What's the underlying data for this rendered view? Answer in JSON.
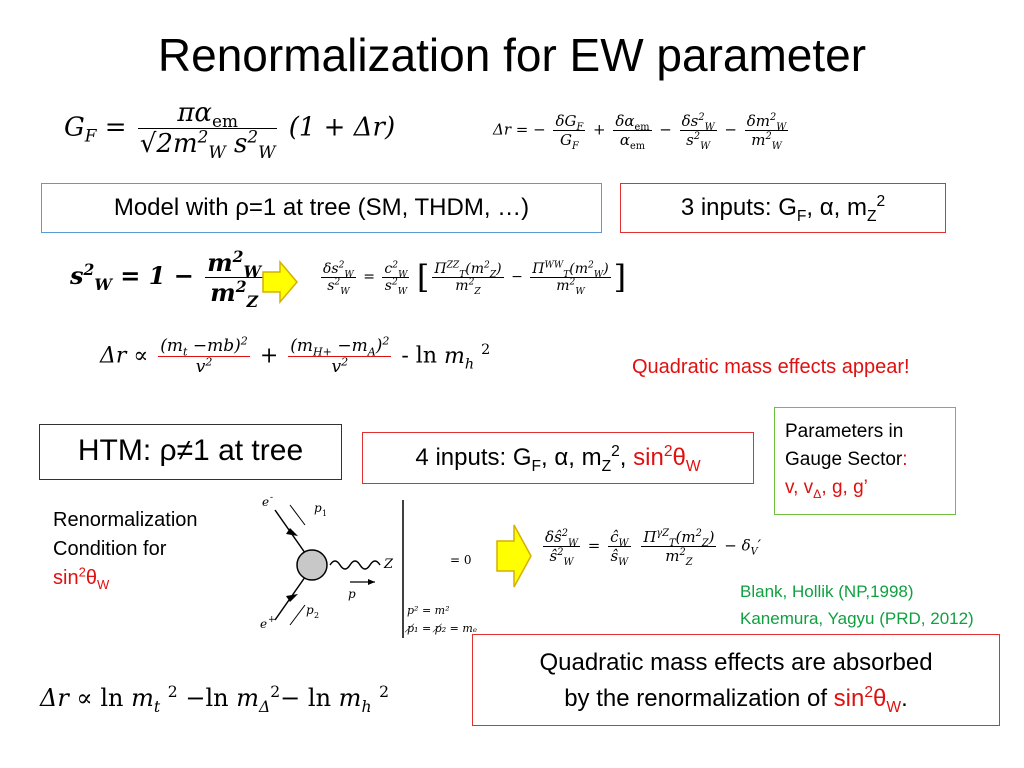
{
  "slide": {
    "title": "Renormalization for EW parameter",
    "model_box": "Model with ρ=1 at tree (SM, THDM, …)",
    "inputs3": {
      "prefix": "3 inputs: G",
      "sub1": "F",
      "mid": ", α, m",
      "sub2": "Z",
      "sup": "2"
    },
    "quadratic_note": "Quadratic mass effects appear!",
    "htm_box": "HTM: ρ≠1 at tree",
    "inputs4": {
      "prefix": "4 inputs: G",
      "sub1": "F",
      "mid": ", α, m",
      "sub2": "Z",
      "sup2": "2",
      "comma": ", ",
      "sin": "sin",
      "sup": "2",
      "theta": "θ",
      "sub3": "W"
    },
    "params": {
      "line1": "Parameters in",
      "line2a": "Gauge Sector",
      "line2b": ":",
      "line3": "v, v",
      "sub": "Δ",
      "line3b": ", g, g’"
    },
    "renorm": {
      "line1": "Renormalization",
      "line2": "Condition for",
      "sin": "sin",
      "sup": "2",
      "theta": "θ",
      "sub": "W"
    },
    "refs": [
      "Blank, Hollik (NP,1998)",
      "Kanemura, Yagyu (PRD, 2012)"
    ],
    "absorbed": {
      "line1": "Quadratic mass effects are absorbed",
      "line2a": "by the renormalization of ",
      "sin": "sin",
      "sup": "2",
      "theta": "θ",
      "sub": "W",
      "end": "."
    },
    "diagram": {
      "e_minus": "e",
      "e_plus": "e",
      "p1": "p",
      "p2": "p",
      "p": "p",
      "z": "Z",
      "eq0": "= 0",
      "cond1": "p² = m²",
      "cond2": "p̸₁ = p̸₂ = mₑ"
    }
  }
}
